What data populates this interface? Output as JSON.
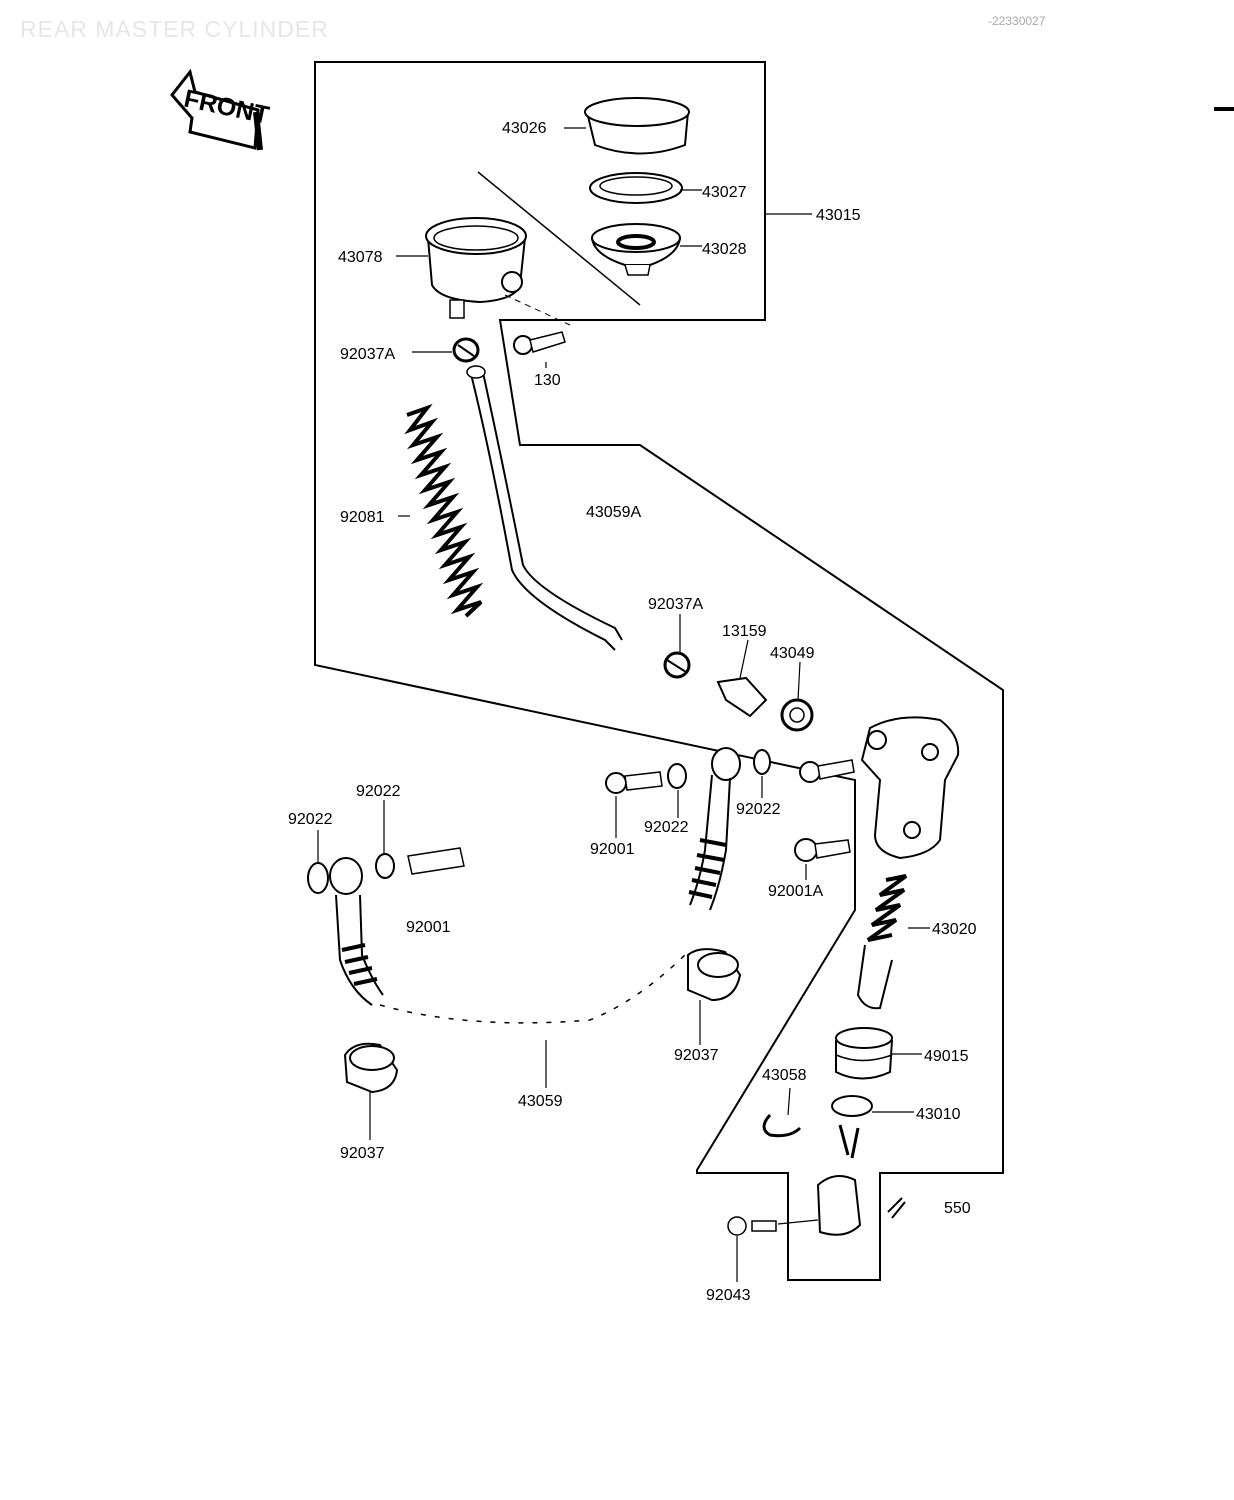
{
  "header": {
    "title": "REAR MASTER CYLINDER",
    "code": "-22330027"
  },
  "front_badge": {
    "label": "FRONT"
  },
  "parts": [
    {
      "id": "p43026",
      "number": "43026"
    },
    {
      "id": "p43027",
      "number": "43027"
    },
    {
      "id": "p43015",
      "number": "43015"
    },
    {
      "id": "p43028",
      "number": "43028"
    },
    {
      "id": "p43078",
      "number": "43078"
    },
    {
      "id": "p92037A_top",
      "number": "92037A"
    },
    {
      "id": "p130",
      "number": "130"
    },
    {
      "id": "p92081",
      "number": "92081"
    },
    {
      "id": "p43059A",
      "number": "43059A"
    },
    {
      "id": "p92037A_mid",
      "number": "92037A"
    },
    {
      "id": "p13159",
      "number": "13159"
    },
    {
      "id": "p43049",
      "number": "43049"
    },
    {
      "id": "p92022_a",
      "number": "92022"
    },
    {
      "id": "p92022_b",
      "number": "92022"
    },
    {
      "id": "p92022_c",
      "number": "92022"
    },
    {
      "id": "p92022_d",
      "number": "92022"
    },
    {
      "id": "p92001_left",
      "number": "92001"
    },
    {
      "id": "p92001_mid",
      "number": "92001"
    },
    {
      "id": "p92001A",
      "number": "92001A"
    },
    {
      "id": "p43020",
      "number": "43020"
    },
    {
      "id": "p92037_mid",
      "number": "92037"
    },
    {
      "id": "p49015",
      "number": "49015"
    },
    {
      "id": "p43058",
      "number": "43058"
    },
    {
      "id": "p43010",
      "number": "43010"
    },
    {
      "id": "p43059",
      "number": "43059"
    },
    {
      "id": "p92037_bottom",
      "number": "92037"
    },
    {
      "id": "p550",
      "number": "550"
    },
    {
      "id": "p92043",
      "number": "92043"
    }
  ]
}
